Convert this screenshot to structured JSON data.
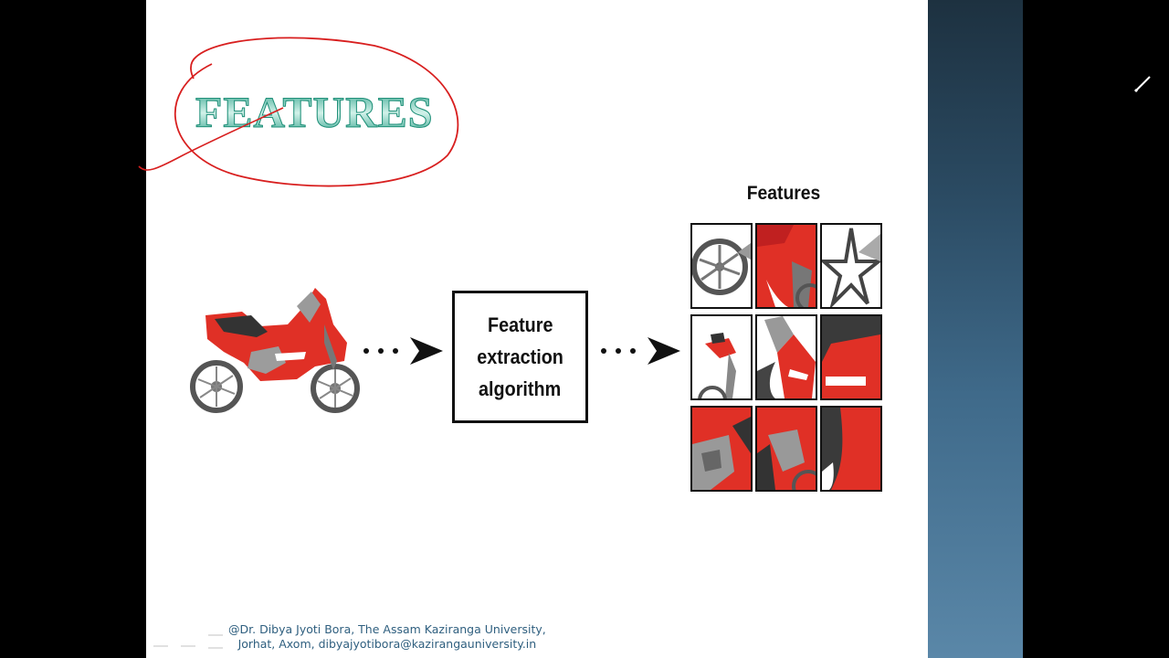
{
  "slide": {
    "title": "FEATURES",
    "features_heading": "Features",
    "algorithm_box": {
      "line1": "Feature",
      "line2": "extraction",
      "line3": "algorithm"
    },
    "footer": {
      "line1": "@Dr. Dibya Jyoti Bora, The Assam Kaziranga University,",
      "line2": "Jorhat, Axom, dibyajyotibora@kazirangauniversity.in"
    }
  },
  "colors": {
    "slide_background": "#ffffff",
    "title_teal": "#3fb79d",
    "ink_red": "#d81f1f",
    "bike_red": "#e03026",
    "footer_text": "#2f5f7f"
  },
  "icons": {
    "pen": "pen-icon",
    "arrow": "dotted-arrow-icon",
    "motorcycle": "motorcycle-icon"
  }
}
